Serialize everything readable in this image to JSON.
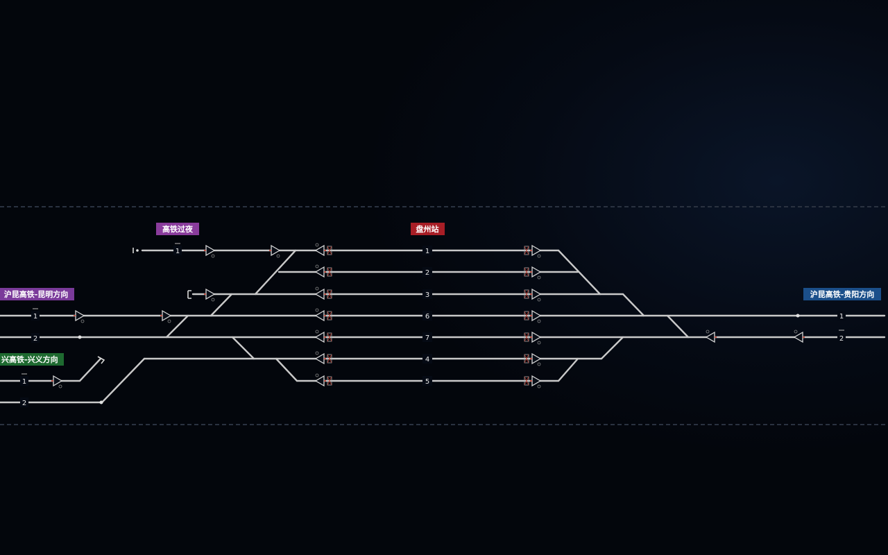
{
  "colors": {
    "background": "#050a14",
    "track": "#c9c9c9",
    "station_badge": "#a81e26",
    "yard_badge": "#8a3c9c",
    "kunming_badge": "#7a3a9a",
    "xingyi_badge": "#1e6a30",
    "guiyang_badge": "#1b4f8a"
  },
  "labels": {
    "yard": "高铁过夜",
    "station": "盘州站",
    "west_kunming": "沪昆高铁-昆明方向",
    "west_xingyi": "兴高铁-兴义方向",
    "east_guiyang": "沪昆高铁-贵阳方向"
  },
  "platform_tracks": [
    {
      "name": "1"
    },
    {
      "name": "2"
    },
    {
      "name": "3"
    },
    {
      "name": "6"
    },
    {
      "name": "7"
    },
    {
      "name": "4"
    },
    {
      "name": "5"
    }
  ],
  "line_numbers": {
    "yard": "1",
    "kunming_1": "1",
    "kunming_2": "2",
    "xingyi_1": "1",
    "xingyi_2": "2",
    "guiyang_1": "1",
    "guiyang_2": "2"
  }
}
